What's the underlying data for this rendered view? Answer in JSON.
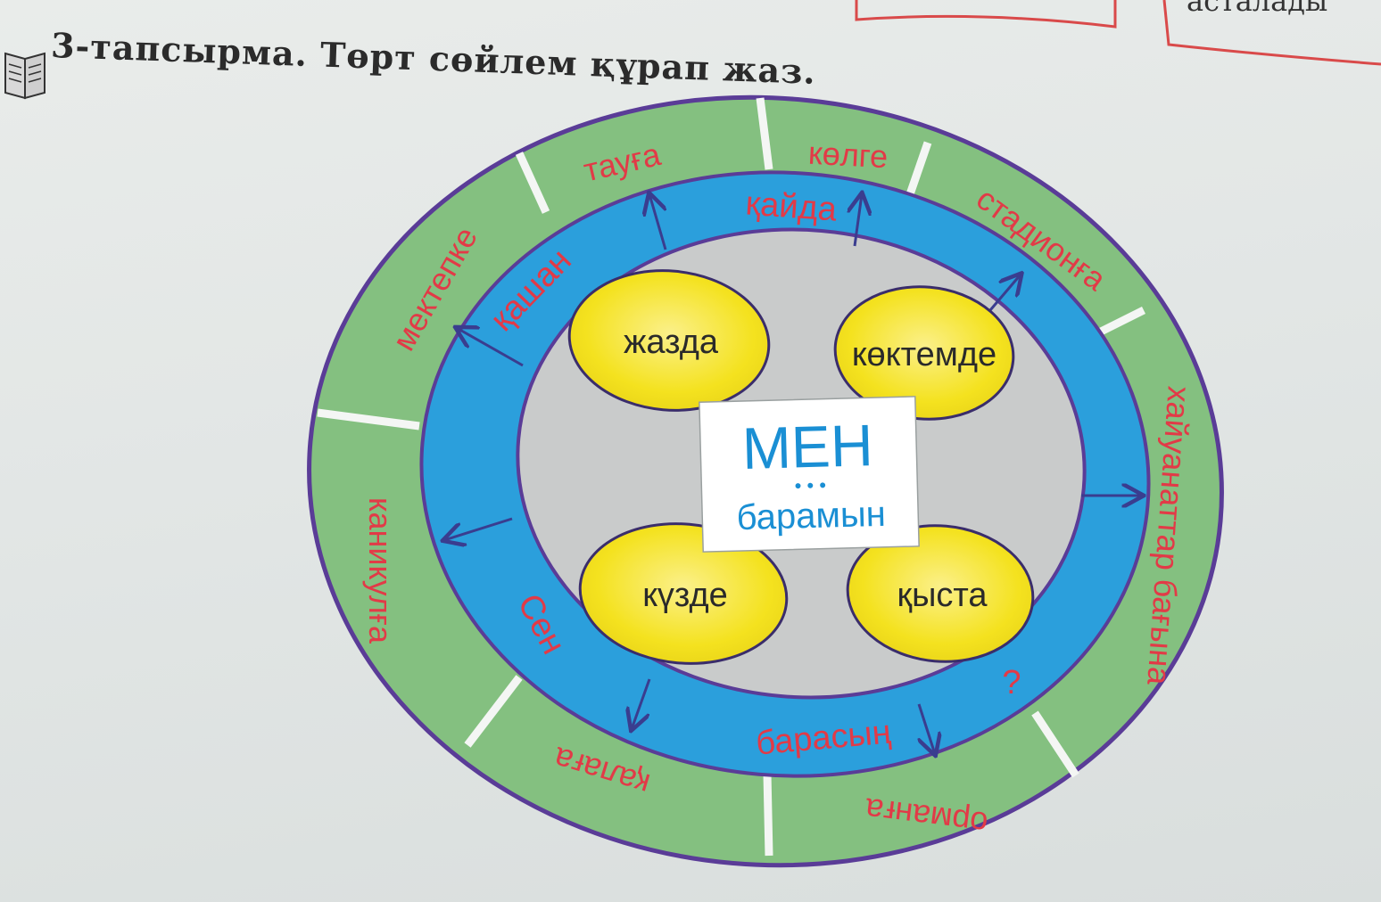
{
  "page": {
    "title": "3-тапсырма. Төрт сөйлем құрап жаз.",
    "top_right_text": "асталады"
  },
  "diagram": {
    "center": {
      "pronoun": "МЕН",
      "dots": "• • •",
      "verb": "барамын"
    },
    "seasons": [
      "жазда",
      "көктемде",
      "күзде",
      "қыста"
    ],
    "middle_ring": {
      "when": "қашан",
      "where": "қайда",
      "you": "Сен",
      "verb": "барасың",
      "question": "?"
    },
    "outer_ring": [
      "тауға",
      "көлге",
      "стадионға",
      "хайуанаттар бағына",
      "орманға",
      "қалаға",
      "каникулға",
      "мектепке"
    ]
  },
  "colors": {
    "outer_green": "#84c080",
    "middle_blue": "#2b9fdc",
    "center_gray": "#c9cbcb",
    "season_yellow": "#f4e21f",
    "label_red": "#e23a47",
    "center_blue_text": "#1a8fd4",
    "rim_purple": "#5a3c97"
  }
}
